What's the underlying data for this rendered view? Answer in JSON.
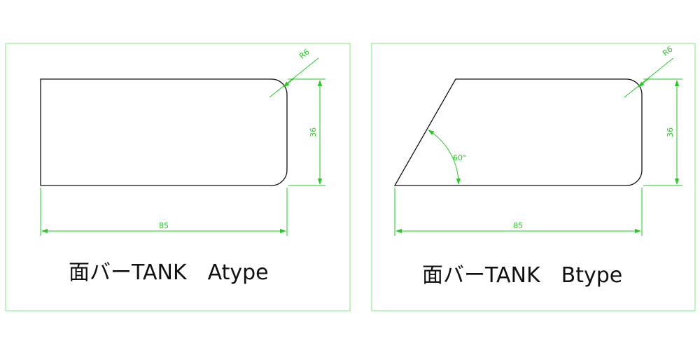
{
  "colors": {
    "dimension": "#22cc22",
    "outline": "#111111",
    "frame": "#7ee87e"
  },
  "panel_a": {
    "radius_label": "R6",
    "height_label": "36",
    "width_label": "85",
    "caption": "面バーTANK　Atype"
  },
  "panel_b": {
    "radius_label": "R6",
    "height_label": "36",
    "width_label": "85",
    "angle_label": "60°",
    "caption": "面バーTANK　Btype"
  }
}
